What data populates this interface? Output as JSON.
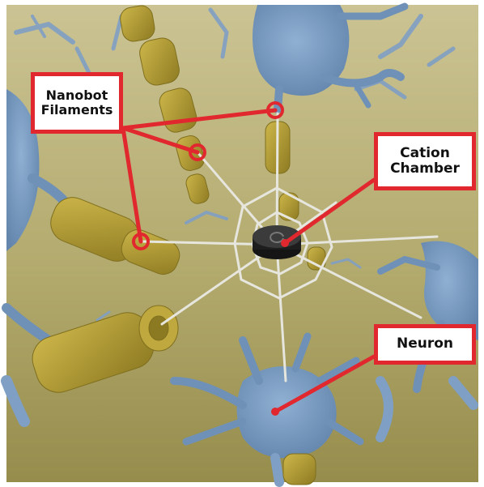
{
  "labels": {
    "nanobot_filaments": "Nanobot\nFilaments",
    "cation_chamber": "Cation\nChamber",
    "neuron": "Neuron"
  },
  "colors": {
    "background_top": "#c8c08a",
    "background_bottom": "#9a9050",
    "neuron": "#7f9fc4",
    "neuron_dark": "#5f7fa6",
    "filament": "#b8a235",
    "filament_dark": "#8c7a22",
    "web": "#e4e4dc",
    "chamber": "#2e2e2e",
    "callout": "#e0282e"
  }
}
